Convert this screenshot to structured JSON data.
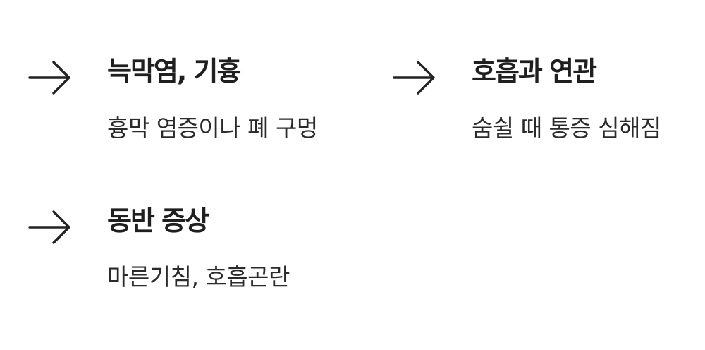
{
  "items": [
    {
      "icon": "arrow-right-icon",
      "title": "늑막염, 기흉",
      "description": "흉막 염증이나 폐 구멍"
    },
    {
      "icon": "arrow-right-icon",
      "title": "호흡과 연관",
      "description": "숨쉴 때 통증 심해짐"
    },
    {
      "icon": "arrow-right-icon",
      "title": "동반 증상",
      "description": "마른기침, 호흡곤란"
    }
  ],
  "colors": {
    "text": "#222222",
    "background": "#ffffff"
  }
}
